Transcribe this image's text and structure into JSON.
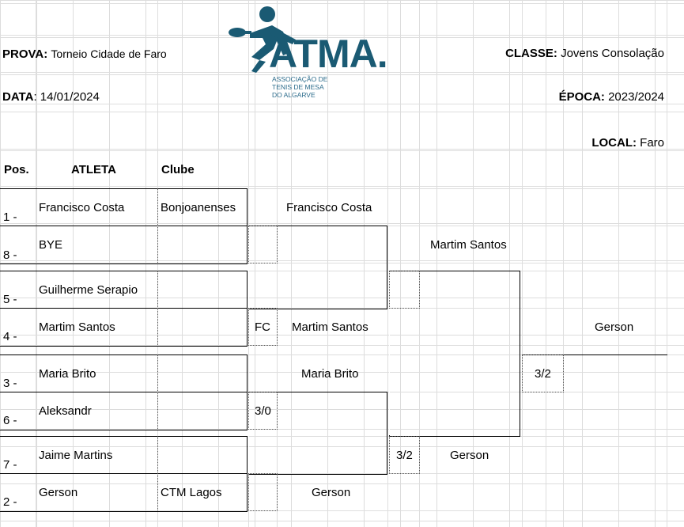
{
  "header": {
    "prova_label": "PROVA:",
    "prova_value": "Torneio Cidade de Faro",
    "data_label": "DATA",
    "data_value": ": 14/01/2024",
    "classe_label": "CLASSE:",
    "classe_value": "Jovens Consolação",
    "epoca_label": "ÉPOCA:",
    "epoca_value": "2023/2024",
    "local_label": "LOCAL:",
    "local_value": "Faro"
  },
  "logo": {
    "text": "ATMA.",
    "subtitle_lines": [
      "ASSOCIAÇÃO DE",
      "TENIS DE MESA",
      "DO ALGARVE"
    ],
    "primary_color": "#1a5a73",
    "accent_color": "#1aa3b5"
  },
  "table_headers": {
    "pos": "Pos.",
    "atleta": "ATLETA",
    "clube": "Clube"
  },
  "entries": [
    {
      "pos": "1 -",
      "name": "Francisco Costa",
      "club": "Bonjoanenses"
    },
    {
      "pos": "8 -",
      "name": "BYE",
      "club": ""
    },
    {
      "pos": "5 -",
      "name": "Guilherme Serapio",
      "club": ""
    },
    {
      "pos": "4 -",
      "name": "Martim Santos",
      "club": ""
    },
    {
      "pos": "3 -",
      "name": "Maria Brito",
      "club": ""
    },
    {
      "pos": "6 -",
      "name": "Aleksandr",
      "club": ""
    },
    {
      "pos": "7 -",
      "name": "Jaime Martins",
      "club": ""
    },
    {
      "pos": "2 -",
      "name": "Gerson",
      "club": "CTM Lagos"
    }
  ],
  "round1": [
    {
      "winner": "Francisco Costa",
      "score": ""
    },
    {
      "winner": "Martim Santos",
      "score": "FC"
    },
    {
      "winner": "Maria Brito",
      "score": "3/0"
    },
    {
      "winner": "Gerson",
      "score": ""
    }
  ],
  "semis": [
    {
      "winner": "Martim Santos",
      "score": ""
    },
    {
      "winner": "Gerson",
      "score": "3/2"
    }
  ],
  "final": {
    "winner": "Gerson",
    "score": "3/2"
  }
}
